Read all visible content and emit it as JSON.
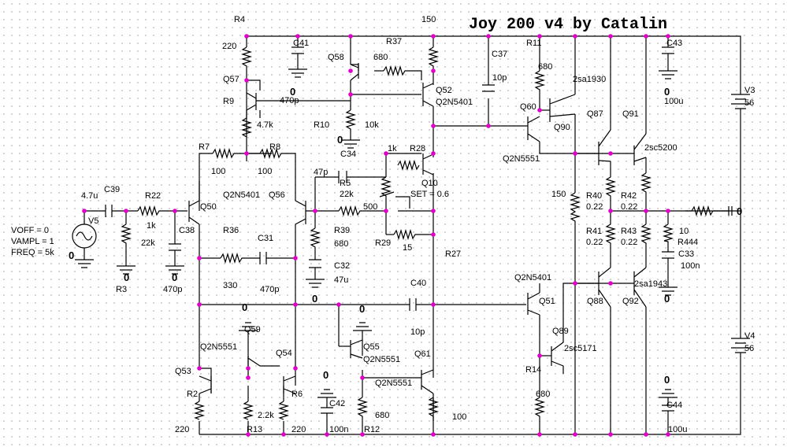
{
  "title": "Joy 200 v4   by Catalin",
  "source": {
    "name": "V5",
    "voff": "VOFF = 0",
    "vampl": "VAMPL = 1",
    "freq": "FREQ = 5k"
  },
  "labels": {
    "R4": "R4",
    "r4v": "220",
    "C41": "C41",
    "Q58": "Q58",
    "R37": "R37",
    "r37v": "680",
    "top150": "150",
    "C37": "C37",
    "c37v": "10p",
    "R11": "R11",
    "r11v": "680",
    "C43": "C43",
    "c43v": "100u",
    "V3": "V3",
    "v3v": "56",
    "Q57": "Q57",
    "R9": "R9",
    "c41v": "470p",
    "q52": "Q52",
    "q52t": "Q2N5401",
    "q60": "Q60",
    "q90": "Q90",
    "t1930": "2sa1930",
    "r47k": "4.7k",
    "R10": "R10",
    "r10v": "10k",
    "C34": "C34",
    "R28": "R28",
    "r28v": "1k",
    "q87": "Q87",
    "q91": "Q91",
    "t5200": "2sc5200",
    "t5551a": "Q2N5551",
    "R7": "R7",
    "R8": "R8",
    "r7v": "100",
    "r8v": "100",
    "c47p": "47p",
    "R5": "R5",
    "r5v": "22k",
    "q10": "Q10",
    "set": "SET = 0.6",
    "r150": "150",
    "R40": "R40",
    "r40v": "0.22",
    "R42": "R42",
    "r42v": "0.22",
    "C39": "C39",
    "c39v": "4.7u",
    "R22": "R22",
    "r22v": "1k",
    "r22g": "22k",
    "q50": "Q50",
    "q50t": "Q2N5401",
    "q56": "Q56",
    "r500": "500",
    "C38": "C38",
    "R36": "R36",
    "C31": "C31",
    "R39": "R39",
    "r39v": "680",
    "R29": "R29",
    "r29v": "15",
    "R27": "R27",
    "R41": "R41",
    "r41v": "0.22",
    "R43": "R43",
    "r43v": "0.22",
    "r10b": "10",
    "R44": "R44",
    "r44v": "4",
    "C33": "C33",
    "c33v": "100n",
    "R3": "R3",
    "c38v": "470p",
    "r36v": "330",
    "c31v": "470p",
    "C32": "C32",
    "c32v": "47u",
    "C40": "C40",
    "c40v": "10p",
    "q5401b": "Q2N5401",
    "q51": "Q51",
    "q88": "Q88",
    "q92": "Q92",
    "t1943": "2sa1943",
    "q59": "Q59",
    "q55": "Q55",
    "q89": "Q89",
    "t5171": "2sc5171",
    "t5551b": "Q2N5551",
    "t5551c": "Q2N5551",
    "q54": "Q54",
    "q53": "Q53",
    "q61": "Q61",
    "t5551d": "Q2N5551",
    "R14": "R14",
    "r14v": "680",
    "R2": "R2",
    "r22k": "2.2k",
    "R6": "R6",
    "C42": "C42",
    "r680b": "680",
    "r100b": "100",
    "r2v": "220",
    "R13": "R13",
    "r6v": "220",
    "c42v": "100n",
    "R12": "R12",
    "C44": "C44",
    "c44v": "100u",
    "V4": "V4",
    "v4v": "56"
  },
  "ground_labels": {
    "g0": "0",
    "g1": "0",
    "g2": "0",
    "g3": "0",
    "g4": "0",
    "g5": "0",
    "g6": "0",
    "g7": "0",
    "g8": "0",
    "g9": "0",
    "g10": "0",
    "g11": "0",
    "g12": "0",
    "g13": "0",
    "g14": "0"
  }
}
